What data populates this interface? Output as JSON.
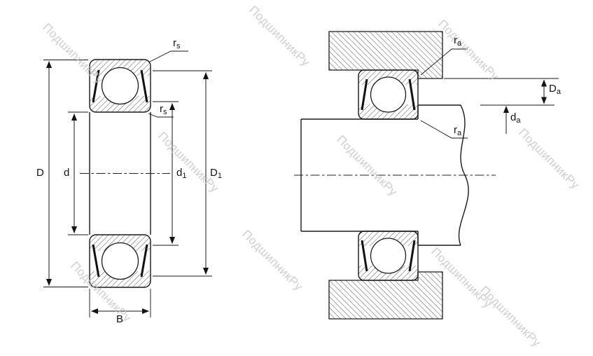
{
  "watermark": {
    "text": "ПодшипникРу"
  },
  "colors": {
    "line": "#1a1a1a",
    "dimension": "#141414",
    "watermark": "#c3c3c3",
    "background": "#ffffff"
  },
  "labels": {
    "D": {
      "base": "D"
    },
    "d": {
      "base": "d"
    },
    "d1": {
      "base": "d",
      "sub": "1"
    },
    "D1": {
      "base": "D",
      "sub": "1"
    },
    "B": {
      "base": "B"
    },
    "rs_top": {
      "base": "r",
      "sub": "s"
    },
    "rs_mid": {
      "base": "r",
      "sub": "s"
    },
    "ra_top": {
      "base": "r",
      "sub": "a"
    },
    "ra_mid": {
      "base": "r",
      "sub": "a"
    },
    "Da": {
      "base": "D",
      "sub": "a"
    },
    "da": {
      "base": "d",
      "sub": "a"
    }
  }
}
